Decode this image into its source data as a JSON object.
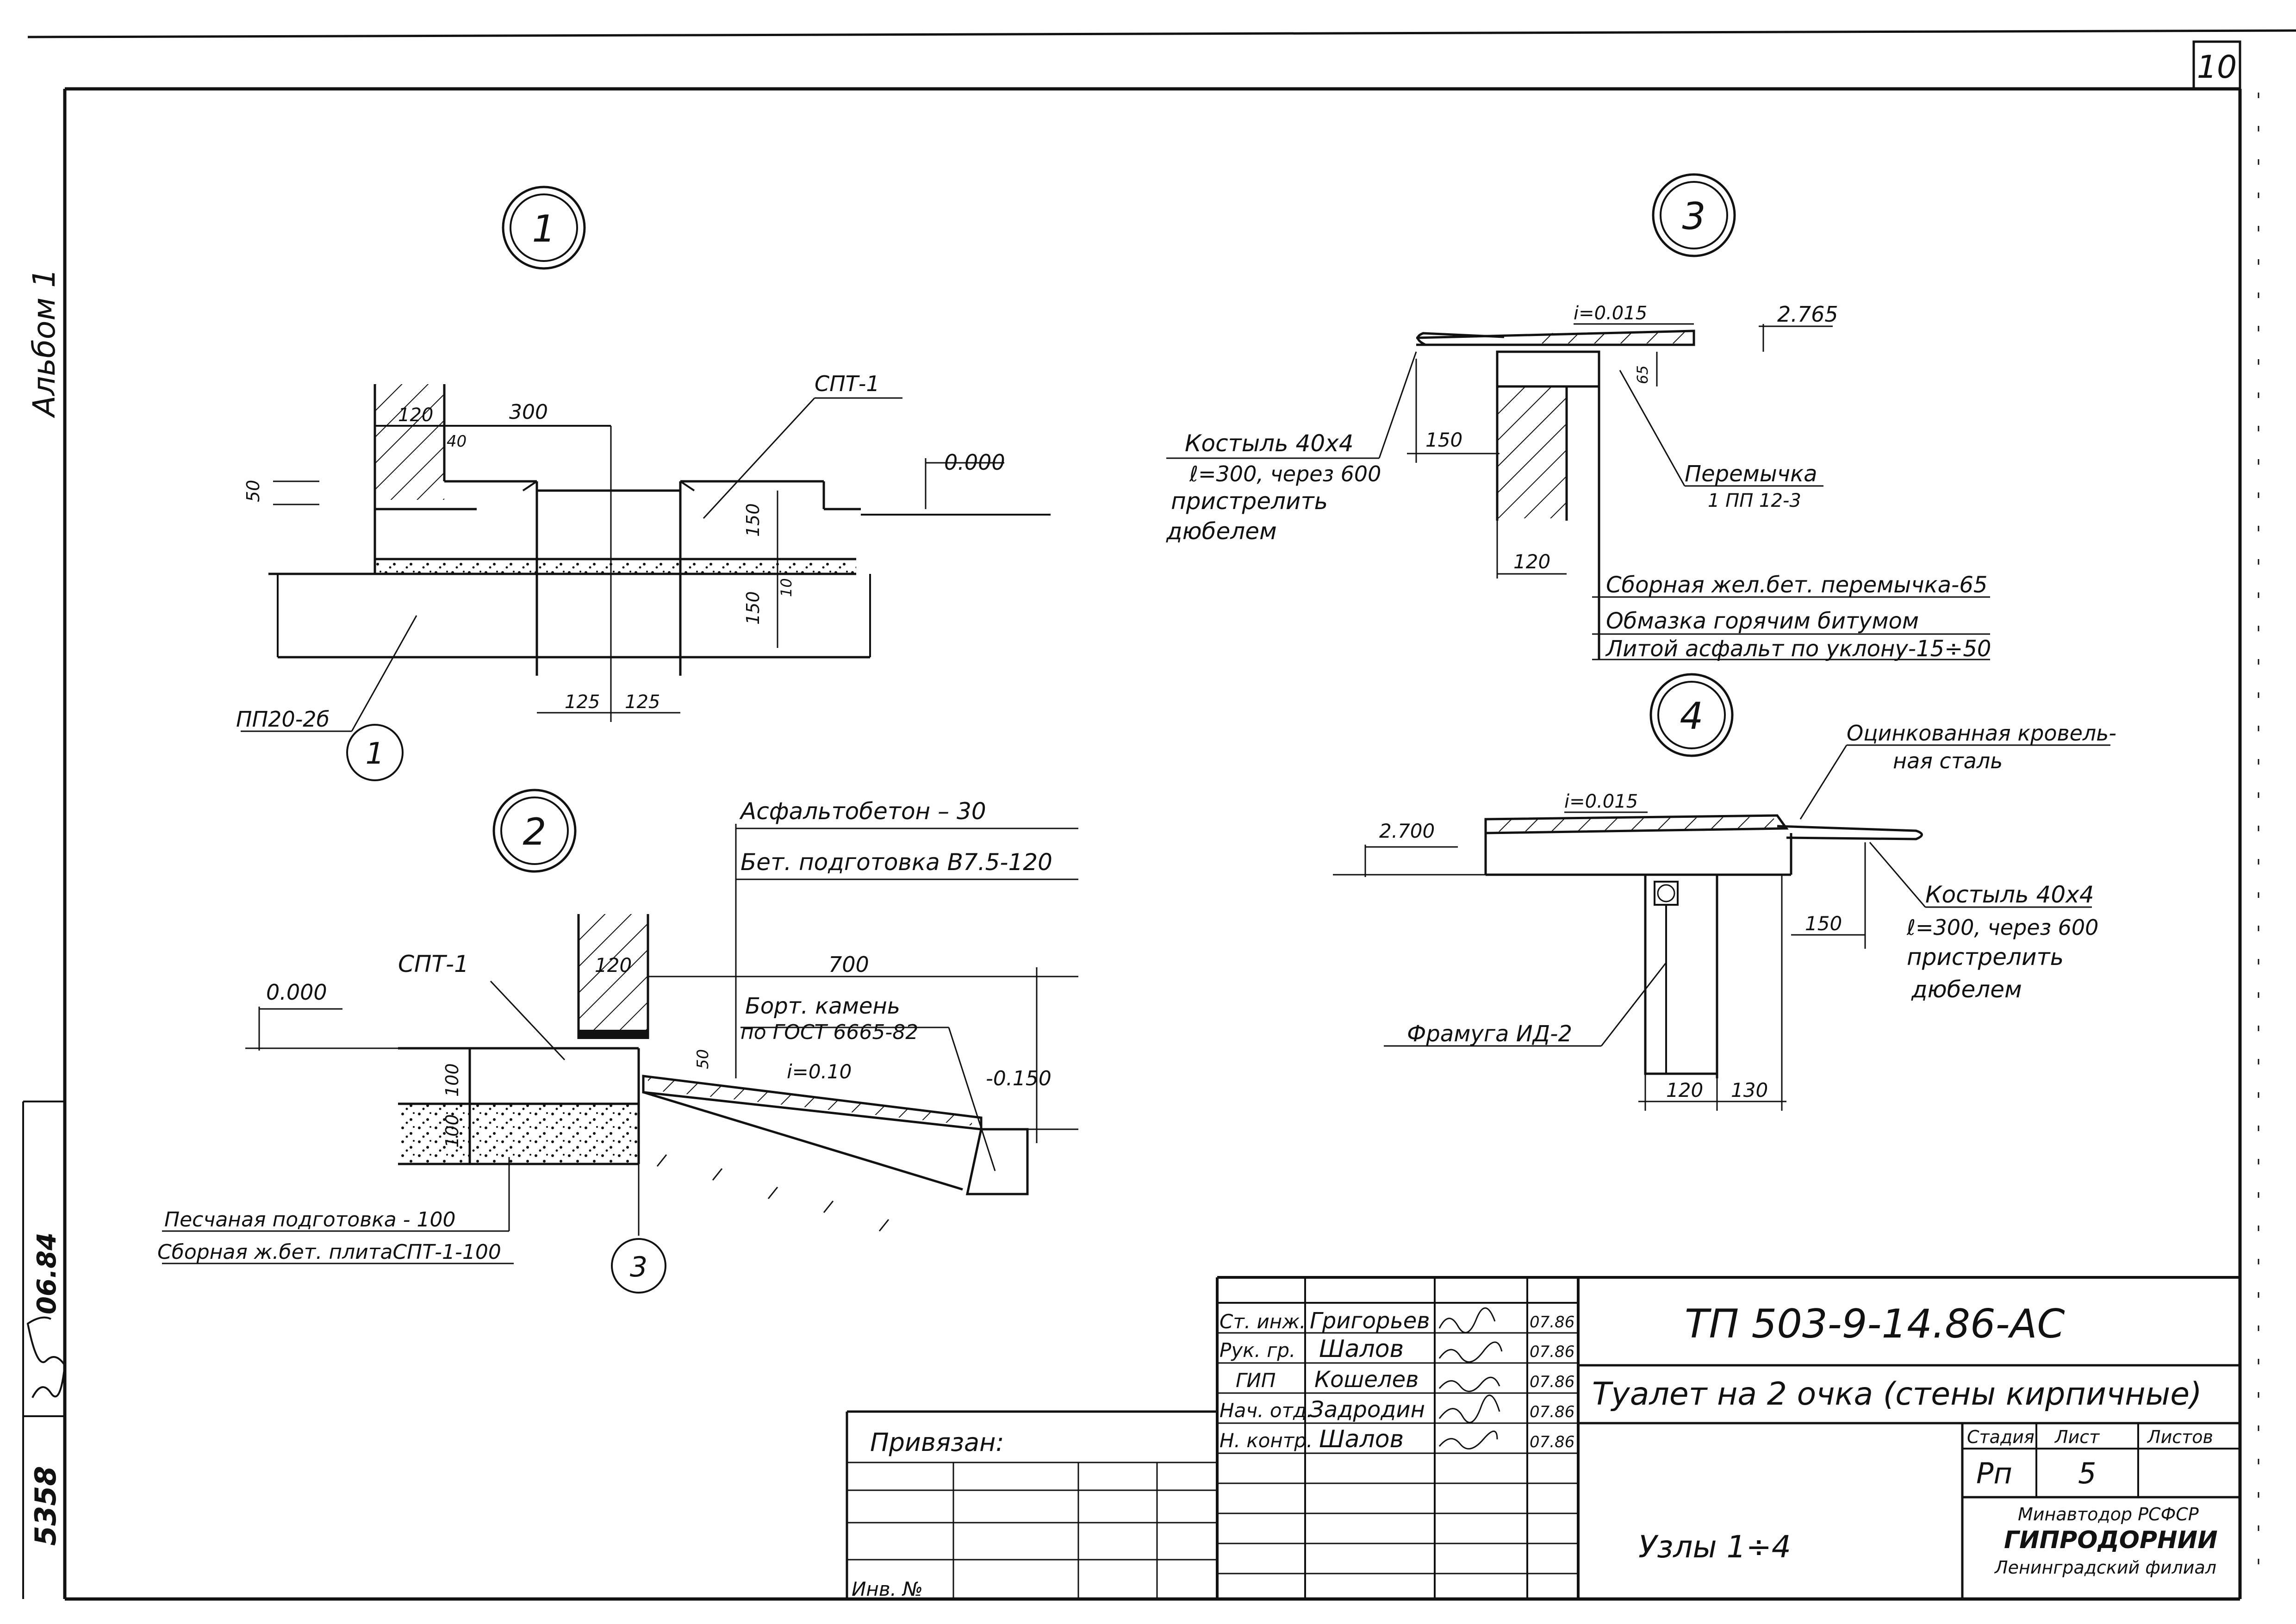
{
  "sheet": {
    "page_no": "10",
    "album": "Альбом 1",
    "archive": [
      "5358",
      "06.84"
    ]
  },
  "node1": {
    "marker": "1",
    "label_spt": "СПТ-1",
    "dim_120": "120",
    "dim_300": "300",
    "dim_40": "40",
    "dim_50": "50",
    "level": "0.000",
    "dim_150_a": "150",
    "dim_150_b": "150",
    "dim_10": "10",
    "dim_125_a": "125",
    "dim_125_b": "125",
    "slab": "ПП20-2б",
    "ref": "1"
  },
  "node2": {
    "marker": "2",
    "label_spt": "СПТ-1",
    "level": "0.000",
    "dim_120": "120",
    "dim_700": "700",
    "dim_50": "50",
    "dim_100_a": "100",
    "dim_100_b": "100",
    "slope": "i=0.10",
    "level_neg": "-0.150",
    "asphalt": "Асфальтобетон – 30",
    "base": "Бет. подготовка В7.5-120",
    "curb_1": "Борт. камень",
    "curb_2": "по ГОСТ 6665-82",
    "sand": "Песчаная подготовка - 100",
    "slab": "Сборная ж.бет. плитаСПТ-1-100",
    "ref": "3"
  },
  "node3": {
    "marker": "3",
    "slope": "i=0.015",
    "level": "2.765",
    "dim_65": "65",
    "dim_150": "150",
    "dim_120": "120",
    "bracket_1": "Костыль 40х4",
    "bracket_2": "ℓ=300, через 600",
    "bracket_3": "пристрелить",
    "bracket_4": "дюбелем",
    "lintel_1": "Перемычка",
    "lintel_2": "1 ПП 12-3",
    "layer_1": "Сборная жел.бет. перемычка-65",
    "layer_2": "Обмазка горячим битумом",
    "layer_3": "Литой асфальт по уклону-15÷50"
  },
  "node4": {
    "marker": "4",
    "steel_1": "Оцинкованная кровель-",
    "steel_2": "ная сталь",
    "slope": "i=0.015",
    "level": "2.700",
    "dim_150": "150",
    "dim_120": "120",
    "dim_130": "130",
    "bracket_1": "Костыль 40х4",
    "bracket_2": "ℓ=300, через 600",
    "bracket_3": "пристрелить",
    "bracket_4": "дюбелем",
    "transom": "Фрамуга ИД-2"
  },
  "title_block": {
    "code": "ТП 503-9-14.86-АС",
    "title": "Туалет на 2 очка (стены кирпичные)",
    "subtitle": "Узлы 1÷4",
    "stage_h": "Стадия",
    "sheet_h": "Лист",
    "sheets_h": "Листов",
    "stage": "Рп",
    "sheet": "5",
    "sheets": "",
    "org_1": "Минавтодор РСФСР",
    "org_2": "ГИПРОДОРНИИ",
    "org_3": "Ленинградский филиал",
    "bound": "Привязан:",
    "inv": "Инв. №",
    "staff": [
      {
        "role": "Ст. инж.",
        "name": "Григорьев",
        "date": "07.86"
      },
      {
        "role": "Рук. гр.",
        "name": "Шалов",
        "date": "07.86"
      },
      {
        "role": "ГИП",
        "name": "Кошелев",
        "date": "07.86"
      },
      {
        "role": "Нач. отд.",
        "name": "Задродин",
        "date": "07.86"
      },
      {
        "role": "Н. контр.",
        "name": "Шалов",
        "date": "07.86"
      }
    ]
  }
}
